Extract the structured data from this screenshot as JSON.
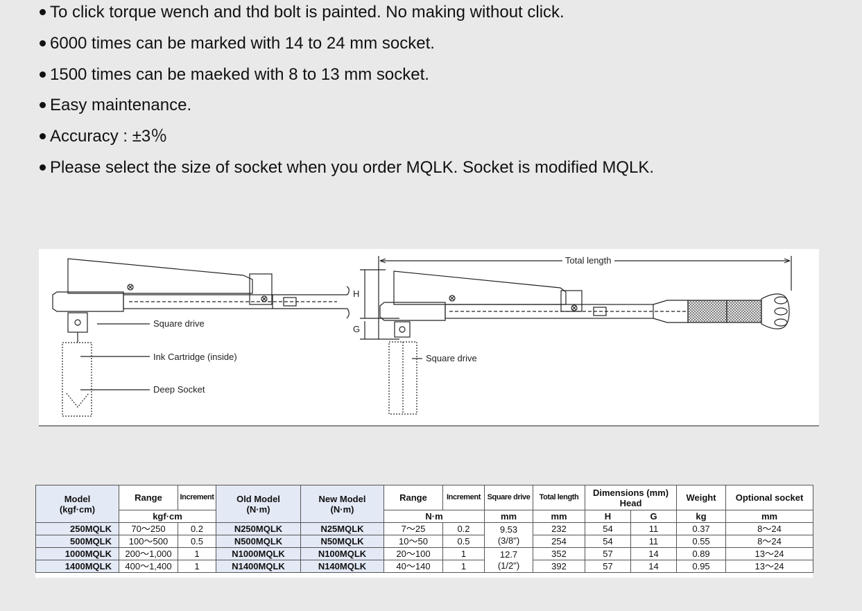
{
  "features": [
    "To click torque wench and thd bolt is painted. No making without click.",
    "6000 times can be marked with 14 to 24 mm socket.",
    "1500 times can be maeked with 8 to 13 mm socket.",
    "Easy maintenance.",
    "Accuracy : ±3％",
    "Please select the size of socket when you order MQLK. Socket is modified MQLK."
  ],
  "diagram": {
    "labels": {
      "square_drive_left": "Square drive",
      "ink_cartridge": "Ink Cartridge (inside)",
      "deep_socket": "Deep Socket",
      "total_length": "Total length",
      "square_drive_right": "Square drive",
      "h": "H",
      "g": "G"
    }
  },
  "table": {
    "headers": {
      "model": "Model",
      "model_unit": "(kgf·cm)",
      "range": "Range",
      "increment": "Increment",
      "old_model": "Old Model",
      "old_model_unit": "(N·m)",
      "new_model": "New Model",
      "new_model_unit": "(N·m)",
      "range2": "Range",
      "increment2": "Increment",
      "square_drive": "Square drive",
      "total_length": "Total length",
      "dimensions": "Dimensions (mm)",
      "head": "Head",
      "h": "H",
      "g": "G",
      "weight": "Weight",
      "optional_socket": "Optional socket"
    },
    "units": {
      "kgfcm": "kgf·cm",
      "nm": "N·m",
      "mm1": "mm",
      "mm2": "mm",
      "kg": "kg",
      "mm3": "mm"
    },
    "rows": [
      {
        "model": "250MQLK",
        "range": "70～250",
        "inc": "0.2",
        "old": "N250MQLK",
        "new": "N25MQLK",
        "range_nm": "7～25",
        "inc_nm": "0.2",
        "total": "232",
        "h": "54",
        "g": "11",
        "weight": "0.37",
        "socket": "8～24"
      },
      {
        "model": "500MQLK",
        "range": "100～500",
        "inc": "0.5",
        "old": "N500MQLK",
        "new": "N50MQLK",
        "range_nm": "10～50",
        "inc_nm": "0.5",
        "total": "254",
        "h": "54",
        "g": "11",
        "weight": "0.55",
        "socket": "8～24"
      },
      {
        "model": "1000MQLK",
        "range": "200～1,000",
        "inc": "1",
        "old": "N1000MQLK",
        "new": "N100MQLK",
        "range_nm": "20～100",
        "inc_nm": "1",
        "total": "352",
        "h": "57",
        "g": "14",
        "weight": "0.89",
        "socket": "13～24"
      },
      {
        "model": "1400MQLK",
        "range": "400～1,400",
        "inc": "1",
        "old": "N1400MQLK",
        "new": "N140MQLK",
        "range_nm": "40～140",
        "inc_nm": "1",
        "total": "392",
        "h": "57",
        "g": "14",
        "weight": "0.95",
        "socket": "13～24"
      }
    ],
    "square_drive_groups": [
      {
        "value": "9.53",
        "sub": "(3/8\")"
      },
      {
        "value": "12.7",
        "sub": "(1/2\")"
      }
    ]
  }
}
